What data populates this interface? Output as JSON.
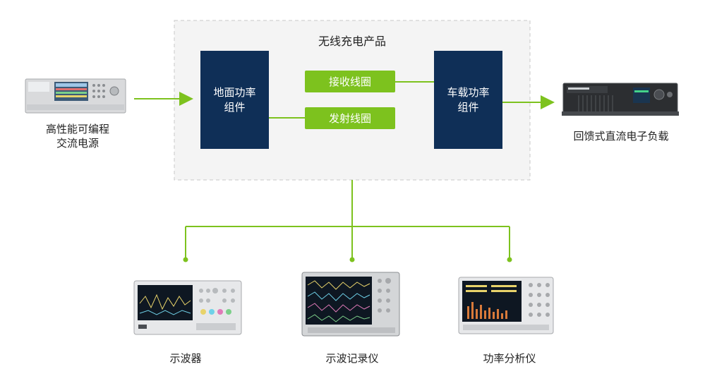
{
  "product_group": {
    "title": "无线充电产品"
  },
  "modules": {
    "ground": {
      "line1": "地面功率",
      "line2": "组件"
    },
    "vehicle": {
      "line1": "车载功率",
      "line2": "组件"
    },
    "receive": "接收线圈",
    "transmit": "发射线圈"
  },
  "devices": {
    "power_supply": {
      "line1": "高性能可编程",
      "line2": "交流电源"
    },
    "load": "回馈式直流电子负载",
    "oscilloscope": "示波器",
    "recorder": "示波记录仪",
    "power_analyzer": "功率分析仪"
  },
  "colors": {
    "accent_green": "#7dc21e",
    "navy": "#0f2f57",
    "frame": "#c8c8c8"
  }
}
